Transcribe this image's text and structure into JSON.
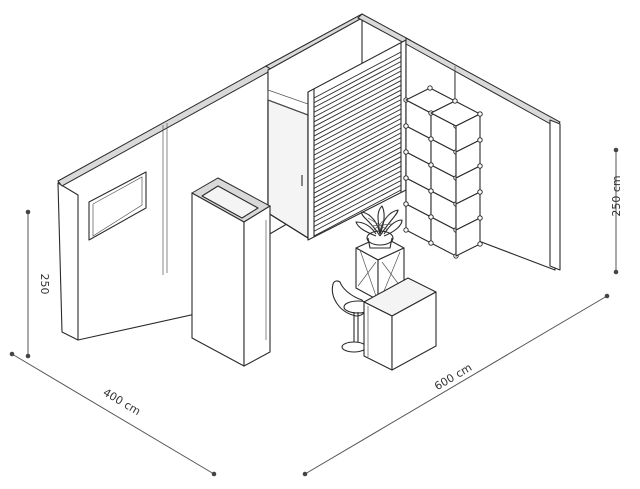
{
  "dimensions": {
    "depth_label": "400 cm",
    "width_label": "600 cm",
    "height_right_label": "250 cm",
    "height_left_label": "250"
  },
  "colors": {
    "line": "#2b2b2b",
    "dimension": "#555555",
    "wall_cap": "#d9d9d9",
    "background": "#ffffff"
  }
}
